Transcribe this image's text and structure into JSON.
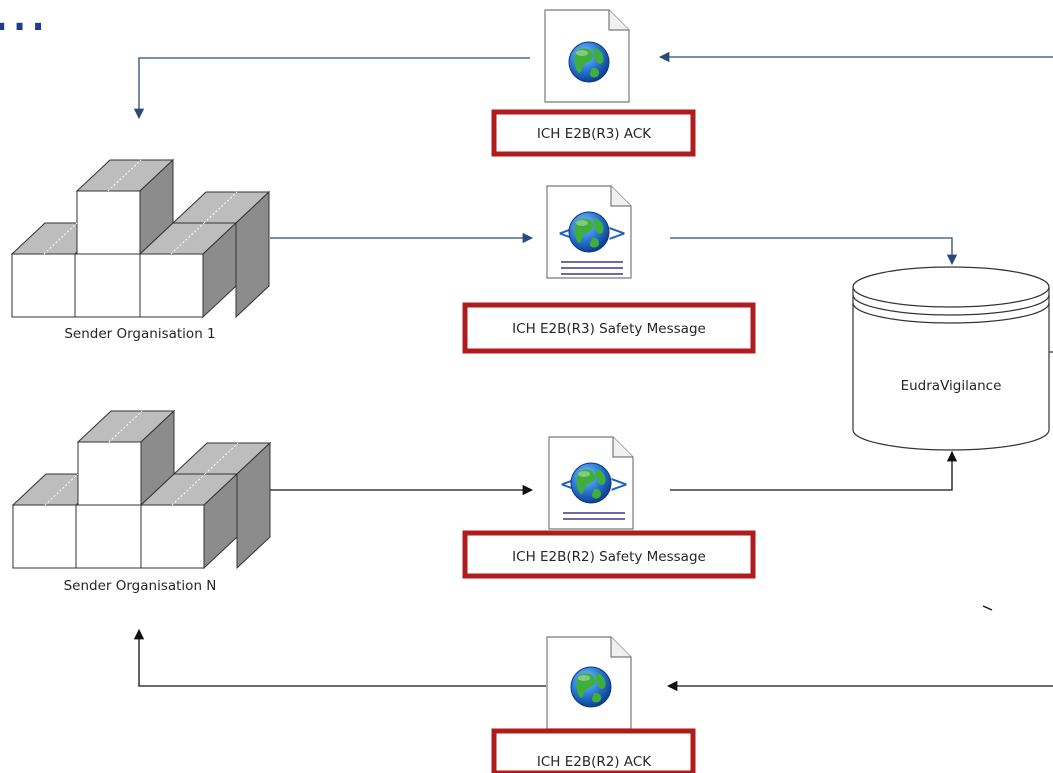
{
  "title": "...",
  "messages": {
    "r3_ack": "ICH E2B(R3) ACK",
    "r3_safety": "ICH E2B(R3) Safety Message",
    "r2_safety": "ICH E2B(R2) Safety Message",
    "r2_ack": "ICH E2B(R2) ACK"
  },
  "senders": {
    "org1": "Sender Organisation 1",
    "orgN": "Sender Organisation N"
  },
  "database": {
    "label": "EudraVigilance"
  },
  "colors": {
    "highlight_border": "#b01c1c",
    "arrow_blue": "#2a4a7a",
    "arrow_black": "#111111",
    "title": "#1f3d8a"
  }
}
